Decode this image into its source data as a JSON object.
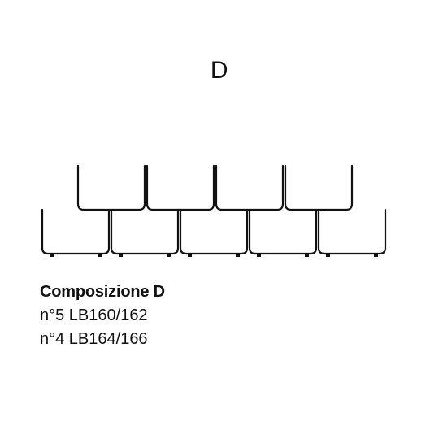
{
  "heading": "D",
  "caption": {
    "title": "Composizione D",
    "lines": [
      "n°5 LB160/162",
      "n°4 LB164/166"
    ]
  },
  "drawing": {
    "stroke_color": "#111111",
    "front_units": 5,
    "back_units": 4
  }
}
